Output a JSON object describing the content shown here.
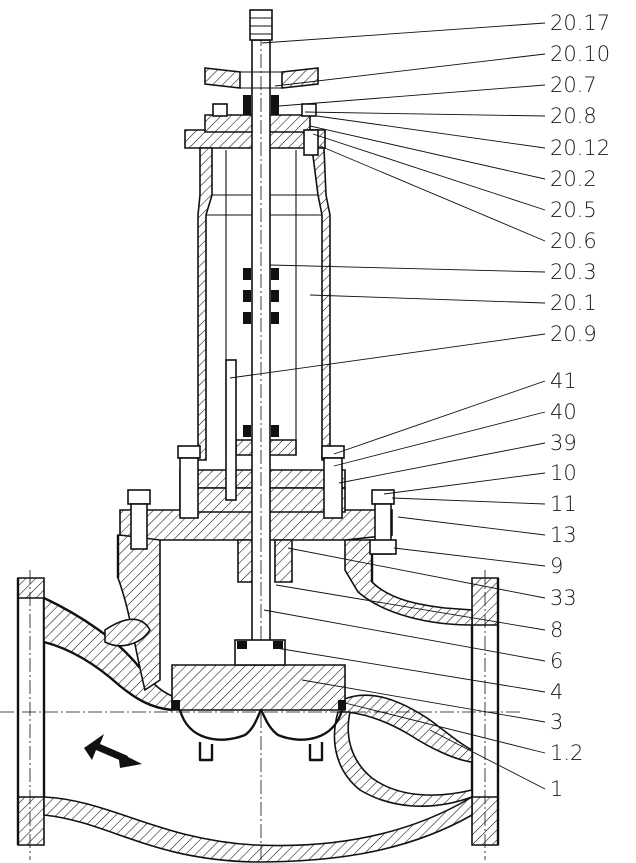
{
  "callouts": [
    {
      "id": "20.17"
    },
    {
      "id": "20.10"
    },
    {
      "id": "20.7"
    },
    {
      "id": "20.8"
    },
    {
      "id": "20.12"
    },
    {
      "id": "20.2"
    },
    {
      "id": "20.5"
    },
    {
      "id": "20.6"
    },
    {
      "id": "20.3"
    },
    {
      "id": "20.1"
    },
    {
      "id": "20.9"
    },
    {
      "id": "41"
    },
    {
      "id": "40"
    },
    {
      "id": "39"
    },
    {
      "id": "10"
    },
    {
      "id": "11"
    },
    {
      "id": "13"
    },
    {
      "id": "9"
    },
    {
      "id": "33"
    },
    {
      "id": "8"
    },
    {
      "id": "6"
    },
    {
      "id": "4"
    },
    {
      "id": "3"
    },
    {
      "id": "1.2"
    },
    {
      "id": "1"
    }
  ]
}
